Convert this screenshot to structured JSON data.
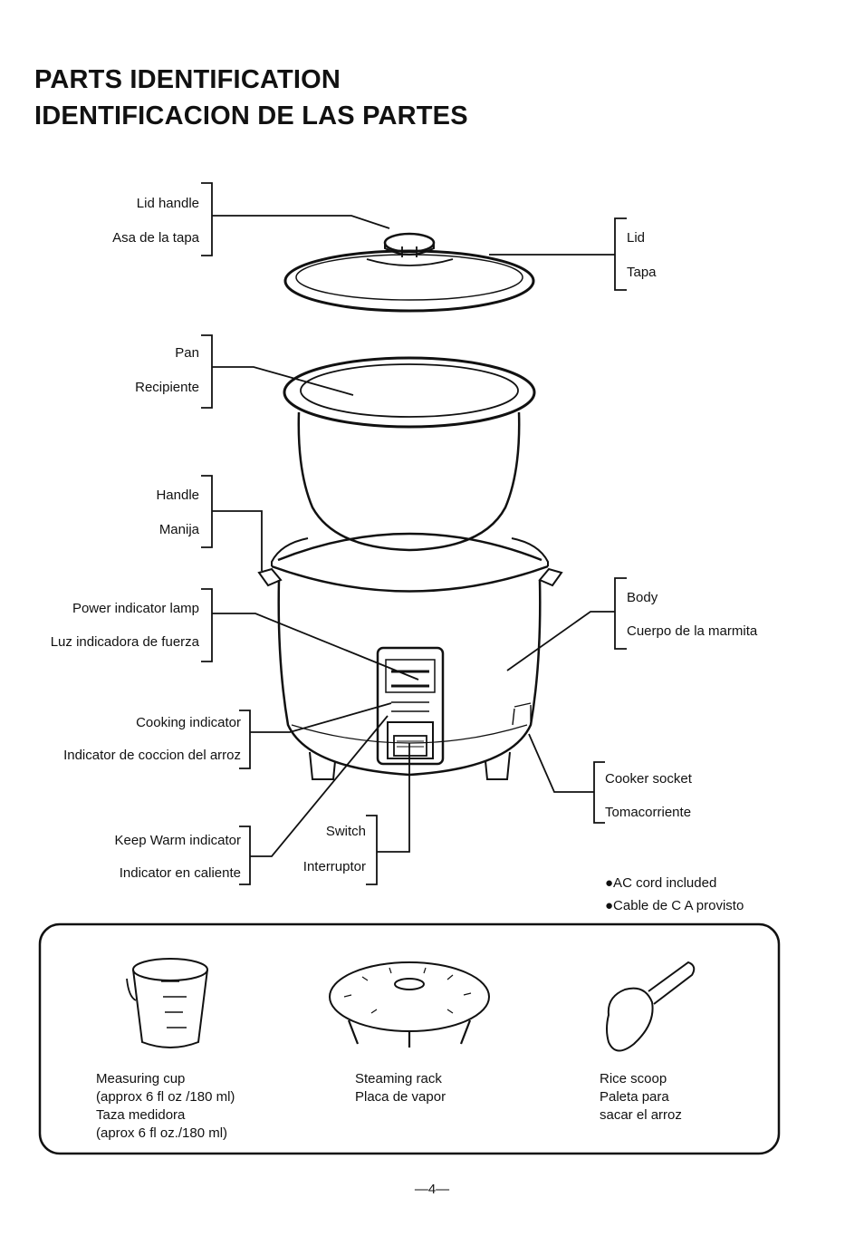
{
  "title": {
    "line1": "PARTS IDENTIFICATION",
    "line2": "IDENTIFICACION DE LAS PARTES"
  },
  "labels": {
    "lid_handle_en": "Lid handle",
    "lid_handle_es": "Asa de la tapa",
    "lid_en": "Lid",
    "lid_es": "Tapa",
    "pan_en": "Pan",
    "pan_es": "Recipiente",
    "handle_en": "Handle",
    "handle_es": "Manija",
    "power_lamp_en": "Power indicator lamp",
    "power_lamp_es": "Luz indicadora de fuerza",
    "body_en": "Body",
    "body_es": "Cuerpo de la marmita",
    "cooking_ind_en": "Cooking indicator",
    "cooking_ind_es": "Indicator de coccion del arroz",
    "cooker_socket_en": "Cooker socket",
    "cooker_socket_es": "Tomacorriente",
    "switch_en": "Switch",
    "switch_es": "Interruptor",
    "keep_warm_en": "Keep Warm indicator",
    "keep_warm_es": "Indicator en caliente"
  },
  "notes": {
    "ac_cord_en": "●AC cord included",
    "ac_cord_es": "●Cable de C A provisto"
  },
  "accessories": {
    "cup": [
      "Measuring cup",
      "(approx 6 fl oz /180 ml)",
      "Taza medidora",
      "(aprox 6 fl oz./180 ml)"
    ],
    "rack": [
      "Steaming rack",
      "Placa de vapor"
    ],
    "scoop": [
      "Rice scoop",
      "Paleta para",
      "sacar el arroz"
    ]
  },
  "page_number": "—4—"
}
